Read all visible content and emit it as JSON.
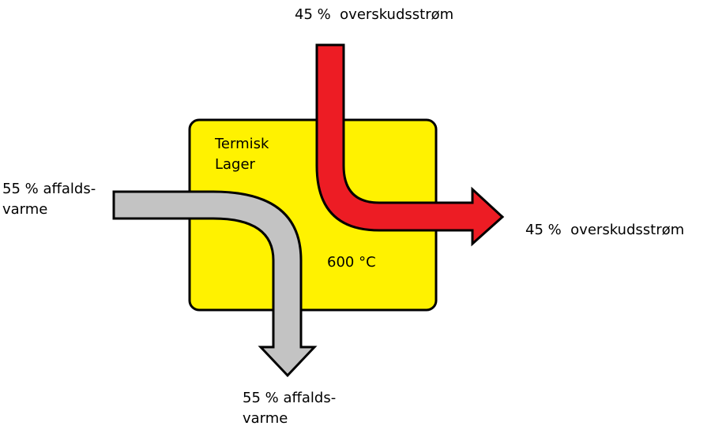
{
  "storage": {
    "title_line1": "Termisk",
    "title_line2": "Lager",
    "temperature": "600 °C"
  },
  "labels": {
    "top_input": "45 %  overskudsstrøm",
    "right_output": "45 %  overskudsstrøm",
    "left_input_line1": "55 % affalds-",
    "left_input_line2": "varme",
    "bottom_output_line1": "55 % affalds-",
    "bottom_output_line2": "varme"
  },
  "colors": {
    "storage": "#FFF200",
    "surplus": "#ED1C24",
    "waste_heat": "#C3C3C3"
  }
}
